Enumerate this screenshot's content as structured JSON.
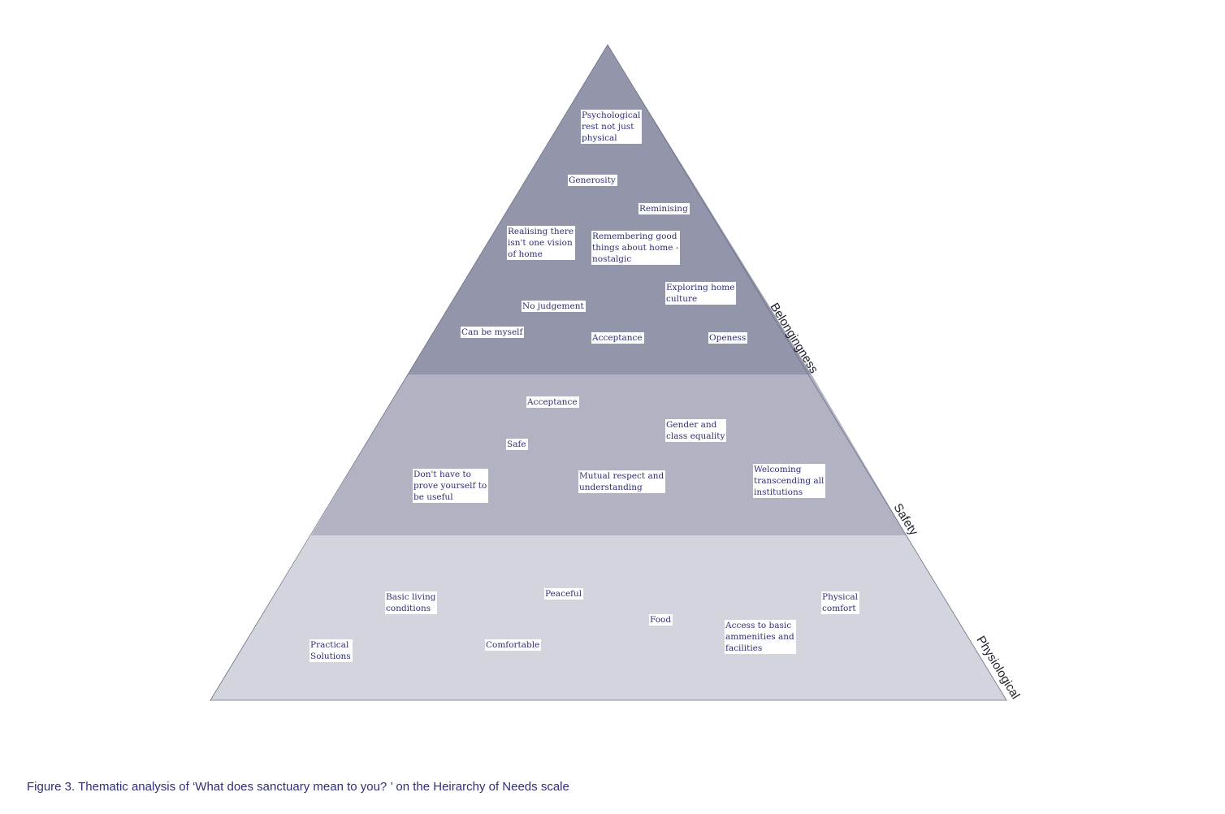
{
  "levels": {
    "belongingness": {
      "label": "Belongingness",
      "color": "#9396aa",
      "items": [
        {
          "lines": [
            "Psychological",
            "rest not just",
            "physical"
          ]
        },
        {
          "lines": [
            "Generosity"
          ]
        },
        {
          "lines": [
            "Reminising"
          ]
        },
        {
          "lines": [
            "Realising there",
            "isn't one vision",
            "of home"
          ]
        },
        {
          "lines": [
            "Remembering good",
            "things about home -",
            "nostalgic"
          ]
        },
        {
          "lines": [
            "Exploring home",
            "culture"
          ]
        },
        {
          "lines": [
            "No judgement"
          ]
        },
        {
          "lines": [
            "Can be myself"
          ]
        },
        {
          "lines": [
            "Acceptance"
          ]
        },
        {
          "lines": [
            "Openess"
          ]
        }
      ]
    },
    "safety": {
      "label": "Safety",
      "color": "#b1b3c3",
      "items": [
        {
          "lines": [
            "Acceptance"
          ]
        },
        {
          "lines": [
            "Gender and",
            "class equality"
          ]
        },
        {
          "lines": [
            "Safe"
          ]
        },
        {
          "lines": [
            "Don't have to",
            "prove yourself to",
            "be useful"
          ]
        },
        {
          "lines": [
            "Mutual respect and",
            "understanding"
          ]
        },
        {
          "lines": [
            "Welcoming",
            "transcending all",
            "institutions"
          ]
        }
      ]
    },
    "physiological": {
      "label": "Physiological",
      "color": "#d2d5dd",
      "items": [
        {
          "lines": [
            "Basic living",
            "conditions"
          ]
        },
        {
          "lines": [
            "Peaceful"
          ]
        },
        {
          "lines": [
            "Physical",
            "comfort"
          ]
        },
        {
          "lines": [
            "Food"
          ]
        },
        {
          "lines": [
            "Access to basic",
            "ammenities and",
            "facilities"
          ]
        },
        {
          "lines": [
            "Practical",
            "Solutions"
          ]
        },
        {
          "lines": [
            "Comfortable"
          ]
        }
      ]
    }
  },
  "caption": "Figure 3. Thematic analysis of ‘What does sanctuary mean to you? ’ on the Heirarchy of Needs scale"
}
